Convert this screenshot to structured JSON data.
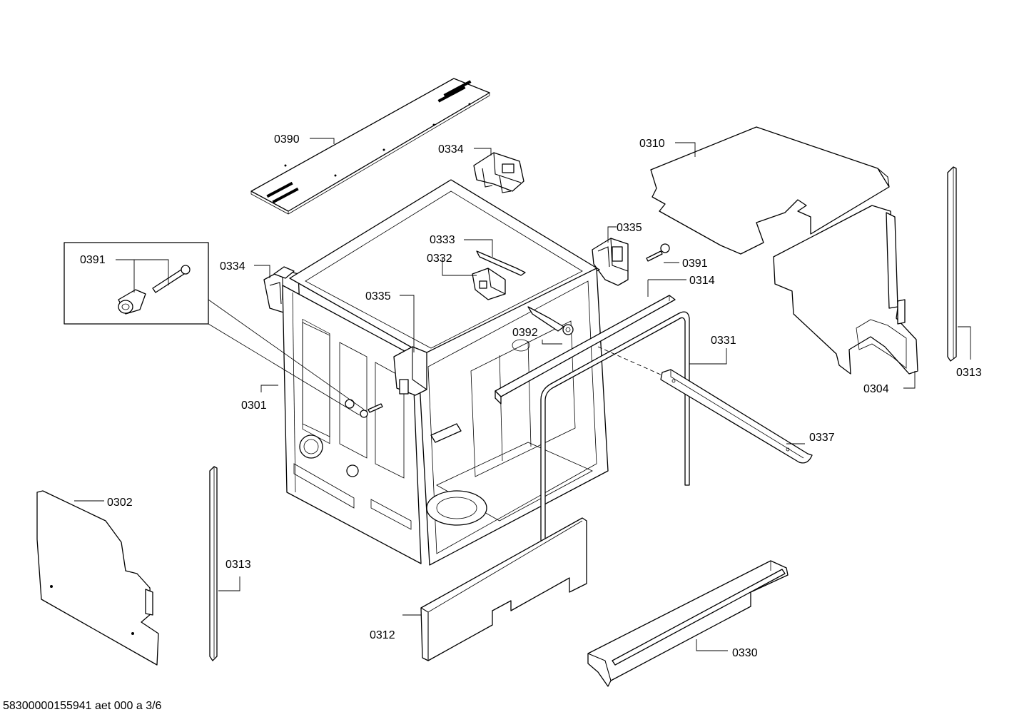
{
  "callouts": {
    "c0390": "0390",
    "c0334a": "0334",
    "c0334b": "0334",
    "c0310": "0310",
    "c0313a": "0313",
    "c0313b": "0313",
    "c0391a": "0391",
    "c0391b": "0391",
    "c0333": "0333",
    "c0332": "0332",
    "c0335a": "0335",
    "c0335b": "0335",
    "c0314": "0314",
    "c0392": "0392",
    "c0331": "0331",
    "c0304": "0304",
    "c0301": "0301",
    "c0337": "0337",
    "c0302": "0302",
    "c0312": "0312",
    "c0330": "0330"
  },
  "footer": {
    "text": "58300000155941 aet 000 a 3/6"
  }
}
